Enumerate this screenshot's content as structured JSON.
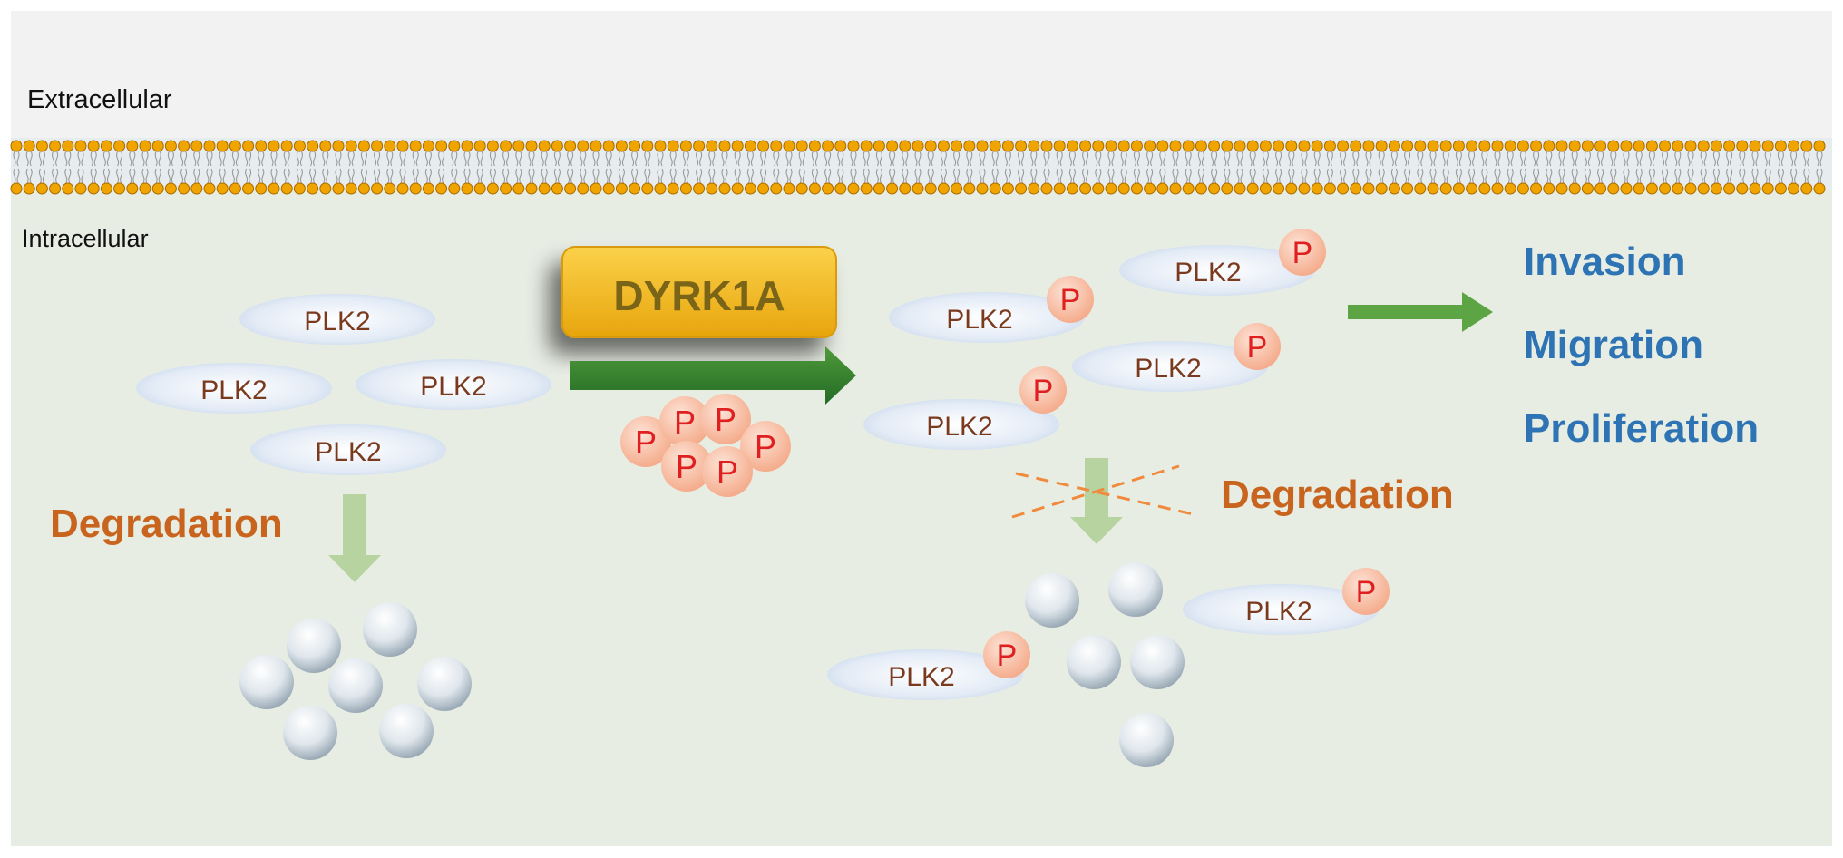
{
  "regions": {
    "extracellular": "Extracellular",
    "intracellular": "Intracellular"
  },
  "kinase": {
    "label": "DYRK1A"
  },
  "protein": {
    "label": "PLK2"
  },
  "phospho": {
    "label": "P"
  },
  "left_pathway": {
    "degradation_label": "Degradation"
  },
  "right_pathway": {
    "degradation_label": "Degradation",
    "degradation_blocked": true
  },
  "outcomes": [
    "Invasion",
    "Migration",
    "Proliferation"
  ],
  "colors": {
    "extracellular_bg": "#f2f2f2",
    "intracellular_bg": "#e8ede4",
    "lipid_head": "#f0a400",
    "kinase_fill": "#f5b818",
    "kinase_text": "#7a6418",
    "arrow_dark": "#2f7d2f",
    "arrow_light": "#b6d3a0",
    "degradation_text": "#c8641e",
    "outcome_text": "#2e74b5",
    "phospho_fill": "#f8bfa5",
    "phospho_text": "#e02020",
    "protein_text": "#7a3a1e",
    "cross_line": "#f08a3c"
  }
}
